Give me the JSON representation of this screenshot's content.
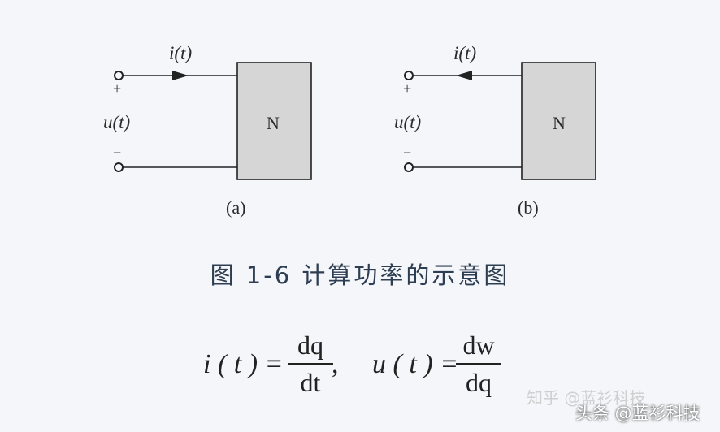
{
  "diagram_a": {
    "current_label": "i(t)",
    "voltage_label": "u(t)",
    "plus": "+",
    "minus": "−",
    "box_label": "N",
    "sub_label": "(a)",
    "current_direction": "right"
  },
  "diagram_b": {
    "current_label": "i(t)",
    "voltage_label": "u(t)",
    "plus": "+",
    "minus": "−",
    "box_label": "N",
    "sub_label": "(b)",
    "current_direction": "left"
  },
  "caption": "图 1-6 计算功率的示意图",
  "formula": {
    "lhs1": "i ( t ) =",
    "frac1_num": "dq",
    "frac1_den": "dt",
    "sep": ",",
    "lhs2": "u ( t ) =",
    "frac2_num": "dw",
    "frac2_den": "dq"
  },
  "watermarks": {
    "zhihu": "知乎 @蓝衫科技",
    "toutiao": "头条 @蓝衫科技"
  },
  "colors": {
    "background": "#f4f6f9",
    "box_fill": "#d6d6d6",
    "line": "#222222",
    "caption": "#2e3e52"
  }
}
